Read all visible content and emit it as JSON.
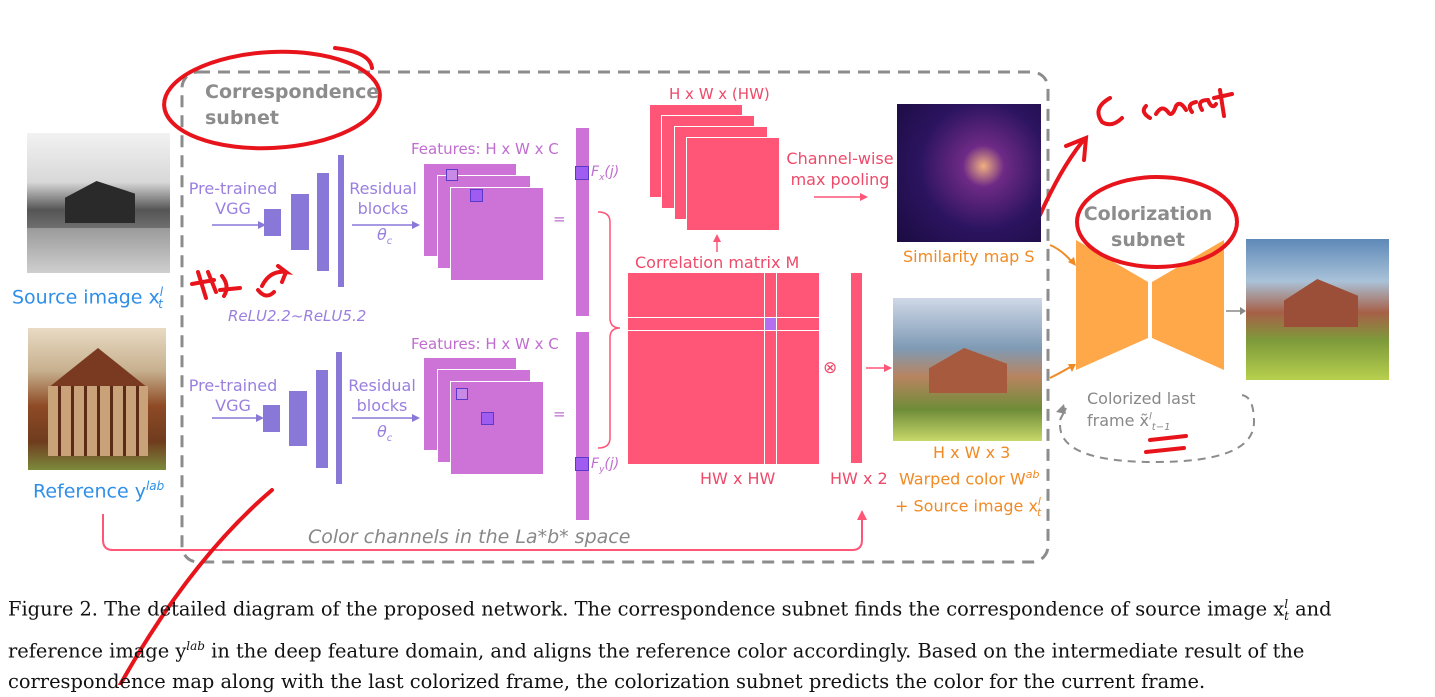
{
  "diagram": {
    "correspondence_subnet_label": "Correspondence subnet",
    "colorization_subnet_label": "Colorization subnet",
    "source_image_label": "Source image x",
    "source_image_sup": "l",
    "source_image_sub": "t",
    "reference_label": "Reference y",
    "reference_sup": "lab",
    "pretrained_vgg": "Pre-trained VGG",
    "residual_blocks": "Residual blocks",
    "theta_c": "θ",
    "theta_sub": "c",
    "relu_range": "ReLU2.2~ReLU5.2",
    "features_label": "Features: H x W x C",
    "equals": "=",
    "fx_label": "F",
    "fx_sub": "x",
    "fx_arg": "(j)",
    "fy_label": "F",
    "fy_sub": "y",
    "fy_arg": "(j)",
    "hwhw_top": "H x W x (HW)",
    "channel_wise": "Channel-wise max pooling",
    "correlation_matrix": "Correlation matrix M",
    "similarity_map": "Similarity map S",
    "hw_x_hw": "HW x HW",
    "hw_x_2": "HW x 2",
    "otimes": "⊗",
    "hwx3": "H x W x 3",
    "warped_color": "Warped color W",
    "warped_sup": "ab",
    "plus_source": "+ Source image x",
    "colorized_last_frame": "Colorized last frame x̃",
    "colorized_sup": "l",
    "colorized_sub": "t−1",
    "color_channels": "Color channels in the La*b* space"
  },
  "annotations": {
    "concat": "C concat"
  },
  "caption": {
    "line1": "Figure 2. The detailed diagram of the proposed network. The correspondence subnet finds the correspondence of source image x",
    "line1_sup": "l",
    "line1_sub": "t",
    "line1_end": " and",
    "line2_a": "reference image y",
    "line2_sup": "lab",
    "line2_b": " in the deep feature domain, and aligns the reference color accordingly. Based on the intermediate result of the",
    "line3": "correspondence map along with the last colorized frame, the colorization subnet predicts the color for the current frame."
  },
  "colors": {
    "blue": "#2f8fe8",
    "purple": "#8a78d8",
    "magenta": "#cd72d6",
    "pink_red": "#ff5577",
    "orange": "#ffa84a",
    "annotation_red": "#e8141c"
  }
}
